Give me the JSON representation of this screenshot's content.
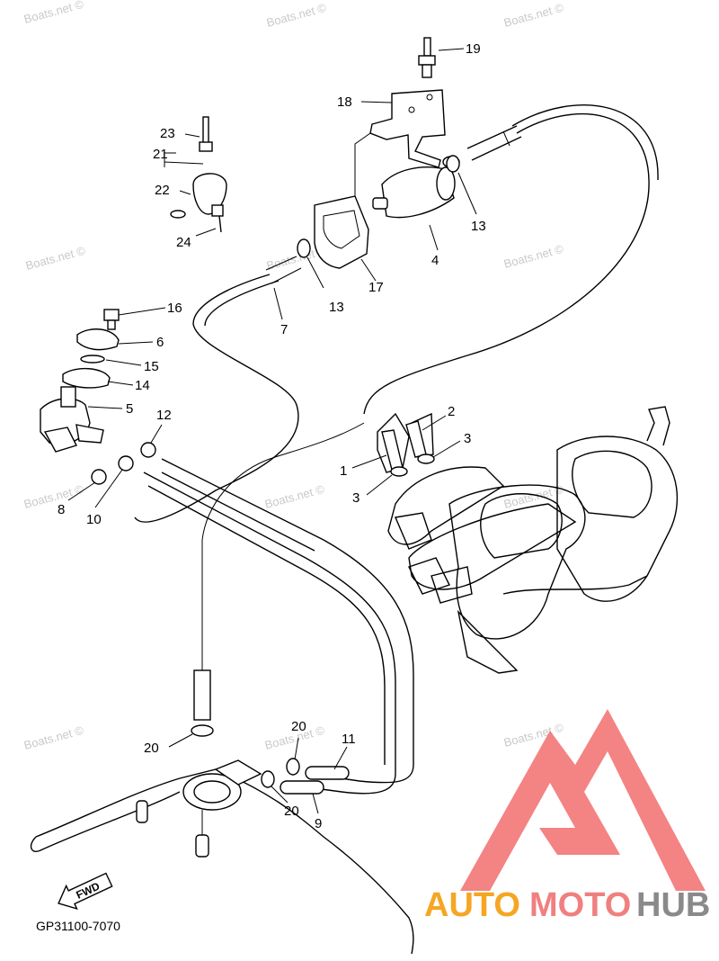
{
  "watermark": "Boats.net ©",
  "diagram_code": "GP31100-7070",
  "fwd_label": "FWD",
  "brand": {
    "auto": "AUTO",
    "moto": "MOTO",
    "hub": "HUB",
    "colors": {
      "auto": "#f5a623",
      "moto": "#f08080",
      "hub": "#8a8a8a",
      "logo": "#f26d6d"
    }
  },
  "callouts": {
    "c19": "19",
    "c18": "18",
    "c23": "23",
    "c21": "21",
    "c22": "22",
    "c24": "24",
    "c13a": "13",
    "c13b": "13",
    "c4": "4",
    "c17": "17",
    "c7": "7",
    "c16": "16",
    "c6": "6",
    "c15": "15",
    "c14": "14",
    "c5": "5",
    "c12": "12",
    "c2": "2",
    "c3a": "3",
    "c1": "1",
    "c3b": "3",
    "c8": "8",
    "c10": "10",
    "c20a": "20",
    "c20b": "20",
    "c20c": "20",
    "c11": "11",
    "c9": "9"
  }
}
